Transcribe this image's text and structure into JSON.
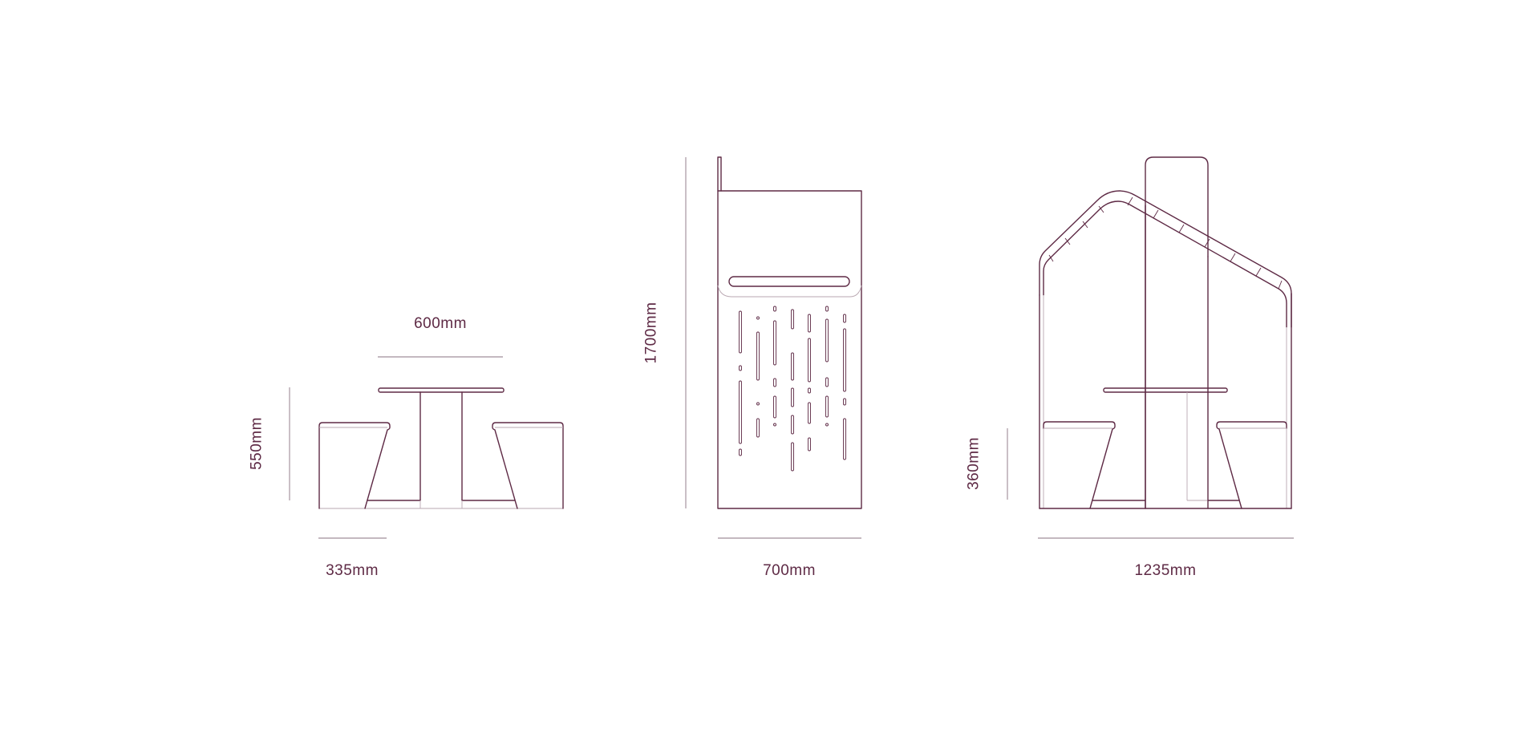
{
  "colors": {
    "line": "#5e2a45",
    "dim_line": "#8a7280",
    "text": "#5e2a45",
    "faint": "#b9a7b1"
  },
  "views": {
    "table_set": {
      "top_width": "600mm",
      "height": "550mm",
      "stool_width": "335mm"
    },
    "panel": {
      "height": "1700mm",
      "width": "700mm"
    },
    "pod": {
      "seat_height": "360mm",
      "width": "1235mm"
    }
  }
}
